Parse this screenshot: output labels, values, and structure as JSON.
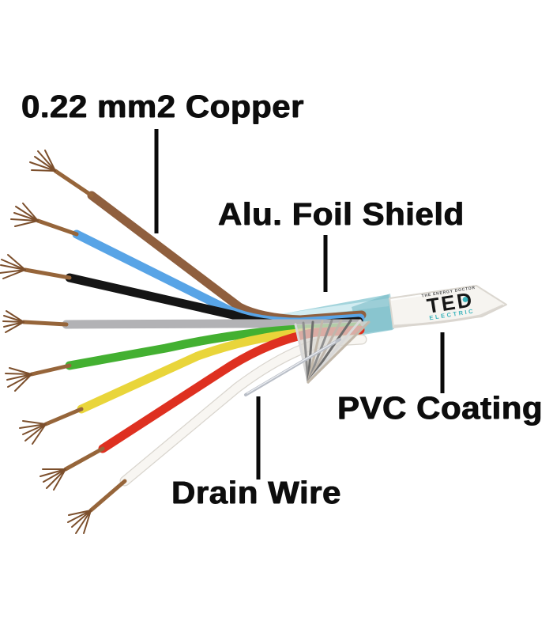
{
  "annotations": {
    "copper": {
      "label": "0.22 mm2 Copper"
    },
    "foil_shield": {
      "label": "Alu. Foil Shield"
    },
    "pvc_coating": {
      "label": "PVC Coating"
    },
    "drain_wire": {
      "label": "Drain Wire"
    }
  },
  "logo": {
    "tagline": "THE ENERGY DOCTOR",
    "brand": "TED",
    "division": "ELECTRIC",
    "brand_color": "#161616",
    "accent_color": "#3cb4bc",
    "tagline_color": "#4a4a4a"
  },
  "label_color": "#0d0d0d",
  "leader_line_color": "#0a0a0a",
  "cable": {
    "jacket_color": "#f6f4f0",
    "jacket_edge_color": "#d9d5ce",
    "foil_color": "#a3d4dc",
    "foil_highlight_color": "#d2ecf1",
    "foil_shadow_color": "#78bac6",
    "copper_color": "#96653a",
    "copper_strand_color": "#7c4f2c",
    "drain_wire_color": "#b9bec7",
    "foil_strand_colors": [
      "#d9d9d9",
      "#8f8f8f",
      "#c2b8aa",
      "#6e6e6e",
      "#bfb6ac"
    ],
    "wires": [
      {
        "name": "brown",
        "color": "#8f5f3e"
      },
      {
        "name": "blue",
        "color": "#58a4e6"
      },
      {
        "name": "black",
        "color": "#151515"
      },
      {
        "name": "gray",
        "color": "#b2b2b5"
      },
      {
        "name": "green",
        "color": "#43b031"
      },
      {
        "name": "yellow",
        "color": "#e9d53a"
      },
      {
        "name": "red",
        "color": "#de3020"
      },
      {
        "name": "white",
        "color": "#f8f6f2"
      }
    ]
  }
}
